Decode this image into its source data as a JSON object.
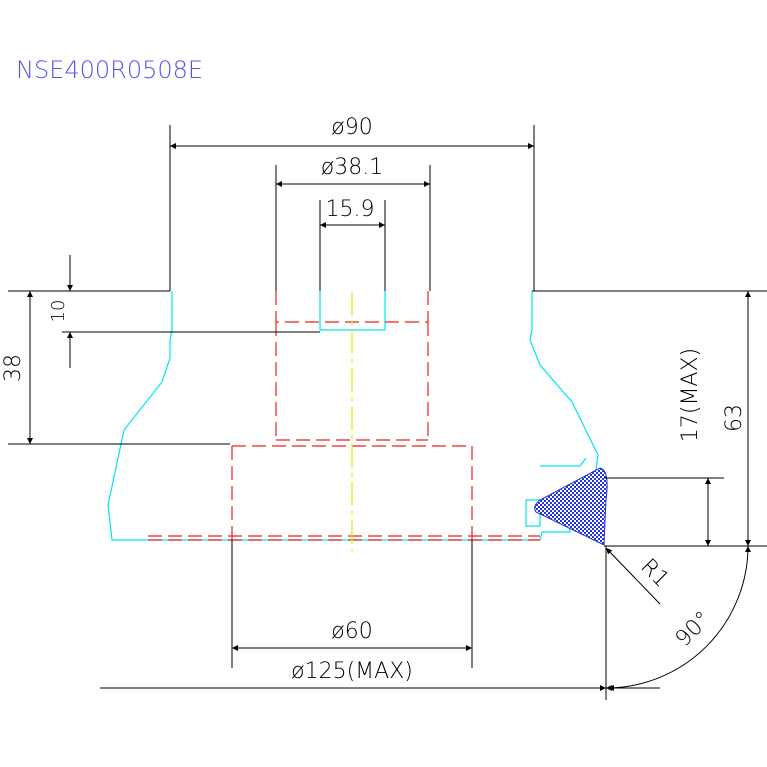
{
  "drawing": {
    "title": "NSE400R0508E",
    "colors": {
      "outline": "#00e5ee",
      "hidden": "#ee2222",
      "center": "#e8e800",
      "dimension": "#000000",
      "insert_fill": "#2233dd",
      "title": "#5555ee"
    }
  },
  "dimensions": {
    "d90": "ø90",
    "d38_1": "ø38.1",
    "d15_9": "15.9",
    "d10": "10",
    "d38": "38",
    "d17max": "17(MAX)",
    "d63": "63",
    "d60": "ø60",
    "d125max": "ø125(MAX)",
    "r1": "R1",
    "a90": "90°"
  }
}
